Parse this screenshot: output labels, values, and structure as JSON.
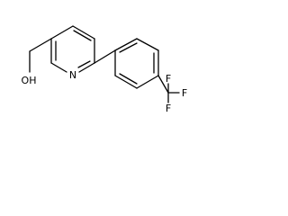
{
  "molecule": {
    "atoms": {
      "nitrogen": "N",
      "hydroxyl": "OH",
      "fluorine_top": "F",
      "fluorine_right": "F",
      "fluorine_bottom": "F"
    },
    "colors": {
      "bond": "#000000",
      "label": "#000000",
      "background": "#ffffff"
    }
  }
}
